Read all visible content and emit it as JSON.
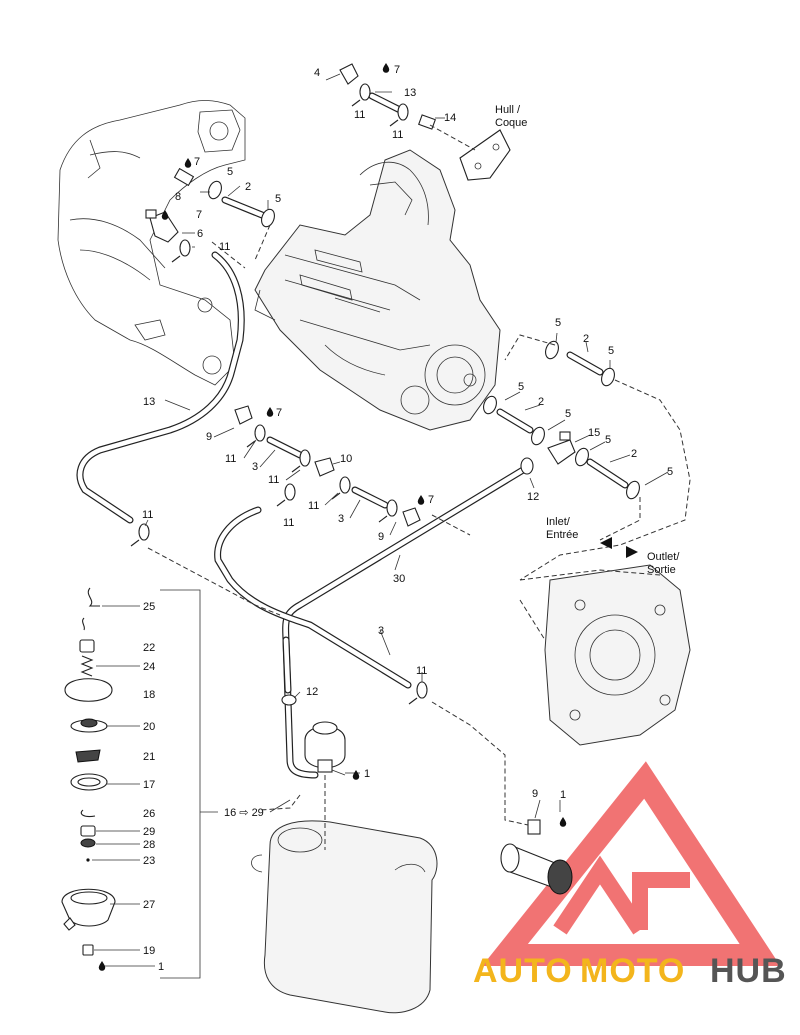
{
  "annotations": {
    "hull": "Hull /",
    "coque": "Coque",
    "inlet": "Inlet/",
    "entree": "Entrée",
    "outlet": "Outlet/",
    "sortie": "Sortie",
    "callout_16_29": "16 ⇨ 29"
  },
  "callouts": {
    "c1a": "1",
    "c1b": "1",
    "c1c": "1",
    "c2a": "2",
    "c2b": "2",
    "c2c": "2",
    "c2d": "2",
    "c3a": "3",
    "c3b": "3",
    "c3c": "3",
    "c4": "4",
    "c5a": "5",
    "c5b": "5",
    "c5c": "5",
    "c5d": "5",
    "c5e": "5",
    "c5f": "5",
    "c5g": "5",
    "c5h": "5",
    "c6": "6",
    "c7a": "7",
    "c7b": "7",
    "c7c": "7",
    "c7d": "7",
    "c8": "8",
    "c9a": "9",
    "c9b": "9",
    "c9c": "9",
    "c10": "10",
    "c11a": "11",
    "c11b": "11",
    "c11c": "11",
    "c11d": "11",
    "c11e": "11",
    "c11f": "11",
    "c11g": "11",
    "c11h": "11",
    "c12a": "12",
    "c12b": "12",
    "c13a": "13",
    "c13b": "13",
    "c14": "14",
    "c15": "15",
    "c17": "17",
    "c18": "18",
    "c19": "19",
    "c20": "20",
    "c21": "21",
    "c22": "22",
    "c23": "23",
    "c24": "24",
    "c25": "25",
    "c26": "26",
    "c27": "27",
    "c28": "28",
    "c29": "29",
    "c30": "30"
  },
  "watermark": {
    "brand_part1": "AUTO",
    "brand_part2": "MOTO",
    "brand_part3": "HUB",
    "colors": {
      "auto": "#f3b51c",
      "moto": "#f3b51c",
      "hub": "#555555",
      "logo": "#ef5b5b"
    }
  },
  "icons": {
    "oil_drop": "oil-drop-icon",
    "arrow_inlet": "arrow-left-icon",
    "arrow_outlet": "arrow-right-icon"
  }
}
